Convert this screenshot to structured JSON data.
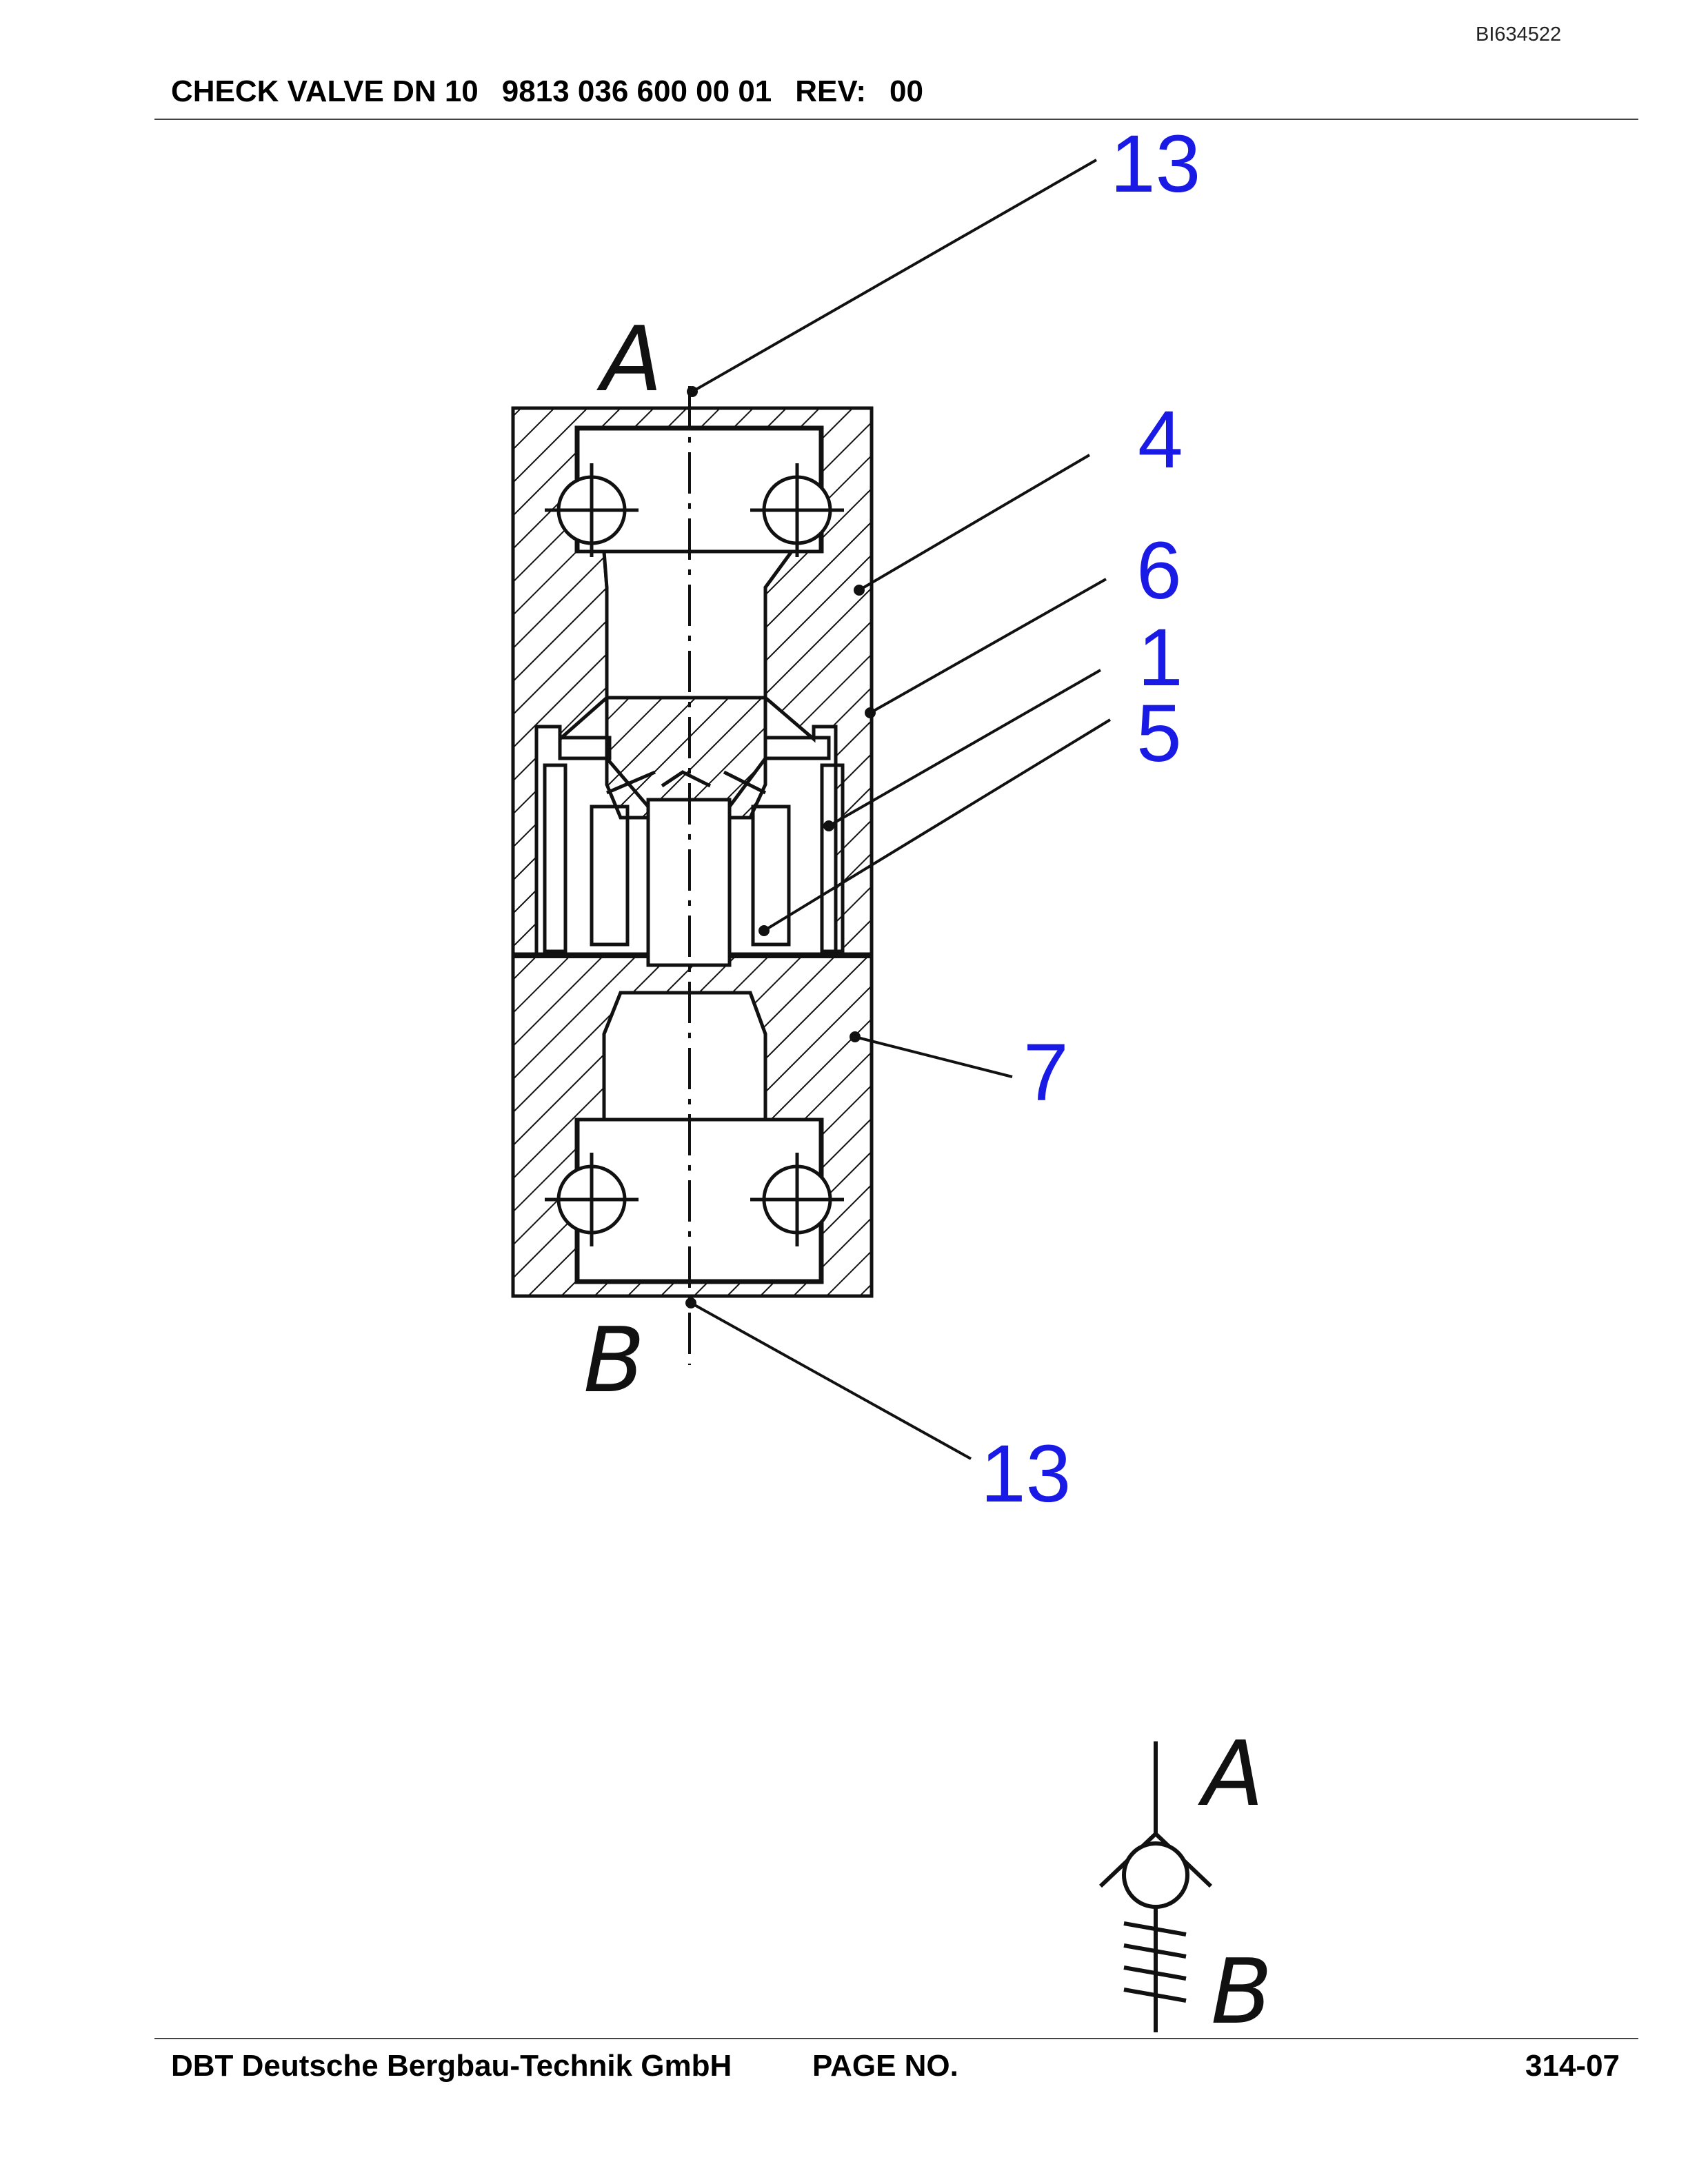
{
  "doc_id": "BI634522",
  "header": {
    "title": "CHECK VALVE DN 10",
    "part_number": "9813 036 600 00 01",
    "rev_label": "REV:",
    "rev_value": "00"
  },
  "diagram": {
    "port_labels": {
      "top": "A",
      "bottom": "B"
    },
    "callouts": [
      "13",
      "4",
      "6",
      "1",
      "5",
      "7",
      "13"
    ],
    "symbol": {
      "label_top": "A",
      "label_bottom": "B"
    },
    "colors": {
      "callout": "#1a1ae6",
      "line": "#111111"
    }
  },
  "footer": {
    "company": "DBT Deutsche Bergbau-Technik GmbH",
    "page_label": "PAGE NO.",
    "page_number": "314-07"
  }
}
